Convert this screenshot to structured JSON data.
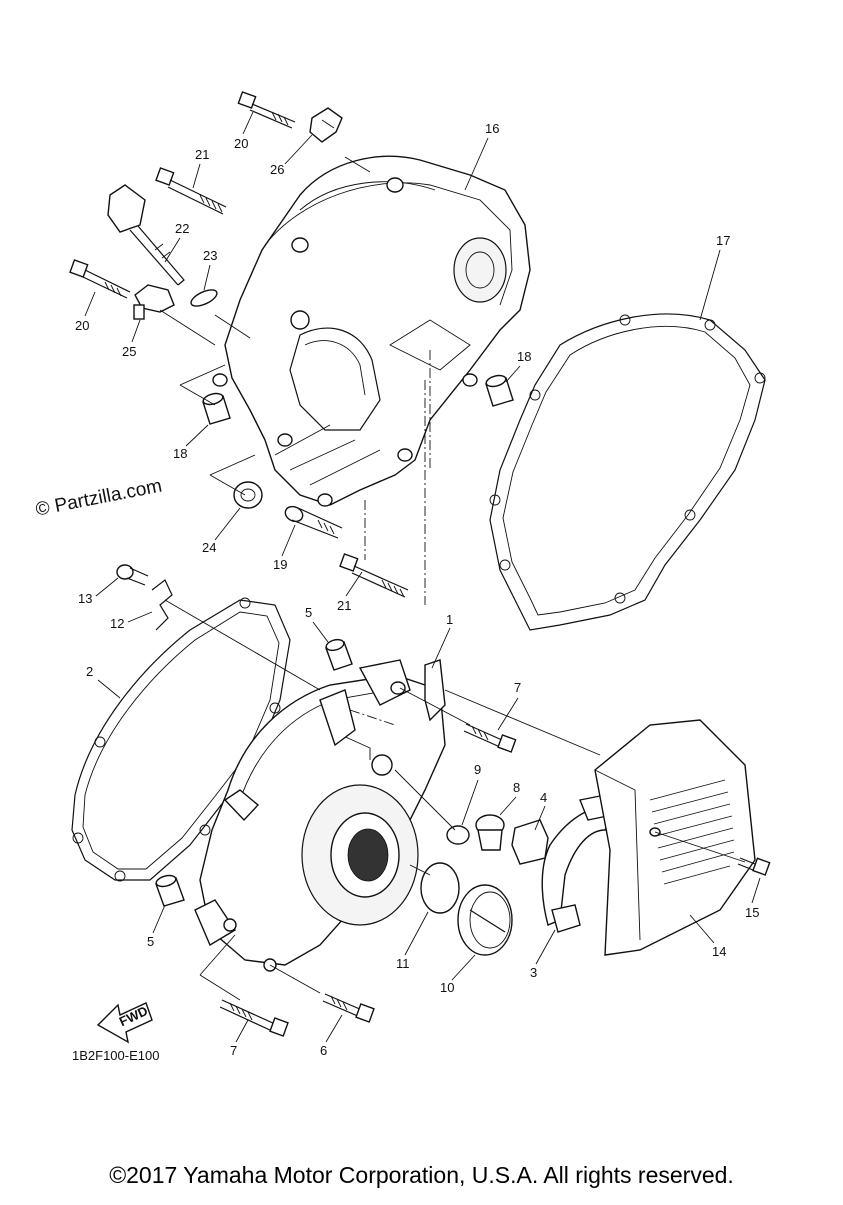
{
  "watermark": "© Partzilla.com",
  "diagram_code": "1B2F100-E100",
  "copyright": "©2017 Yamaha Motor Corporation, U.S.A. All rights reserved.",
  "fwd_label": "FWD",
  "callouts": [
    "1",
    "2",
    "3",
    "4",
    "5",
    "5",
    "6",
    "7",
    "7",
    "8",
    "9",
    "10",
    "11",
    "12",
    "13",
    "14",
    "15",
    "16",
    "17",
    "18",
    "18",
    "19",
    "20",
    "20",
    "21",
    "21",
    "22",
    "23",
    "24",
    "25",
    "26"
  ]
}
